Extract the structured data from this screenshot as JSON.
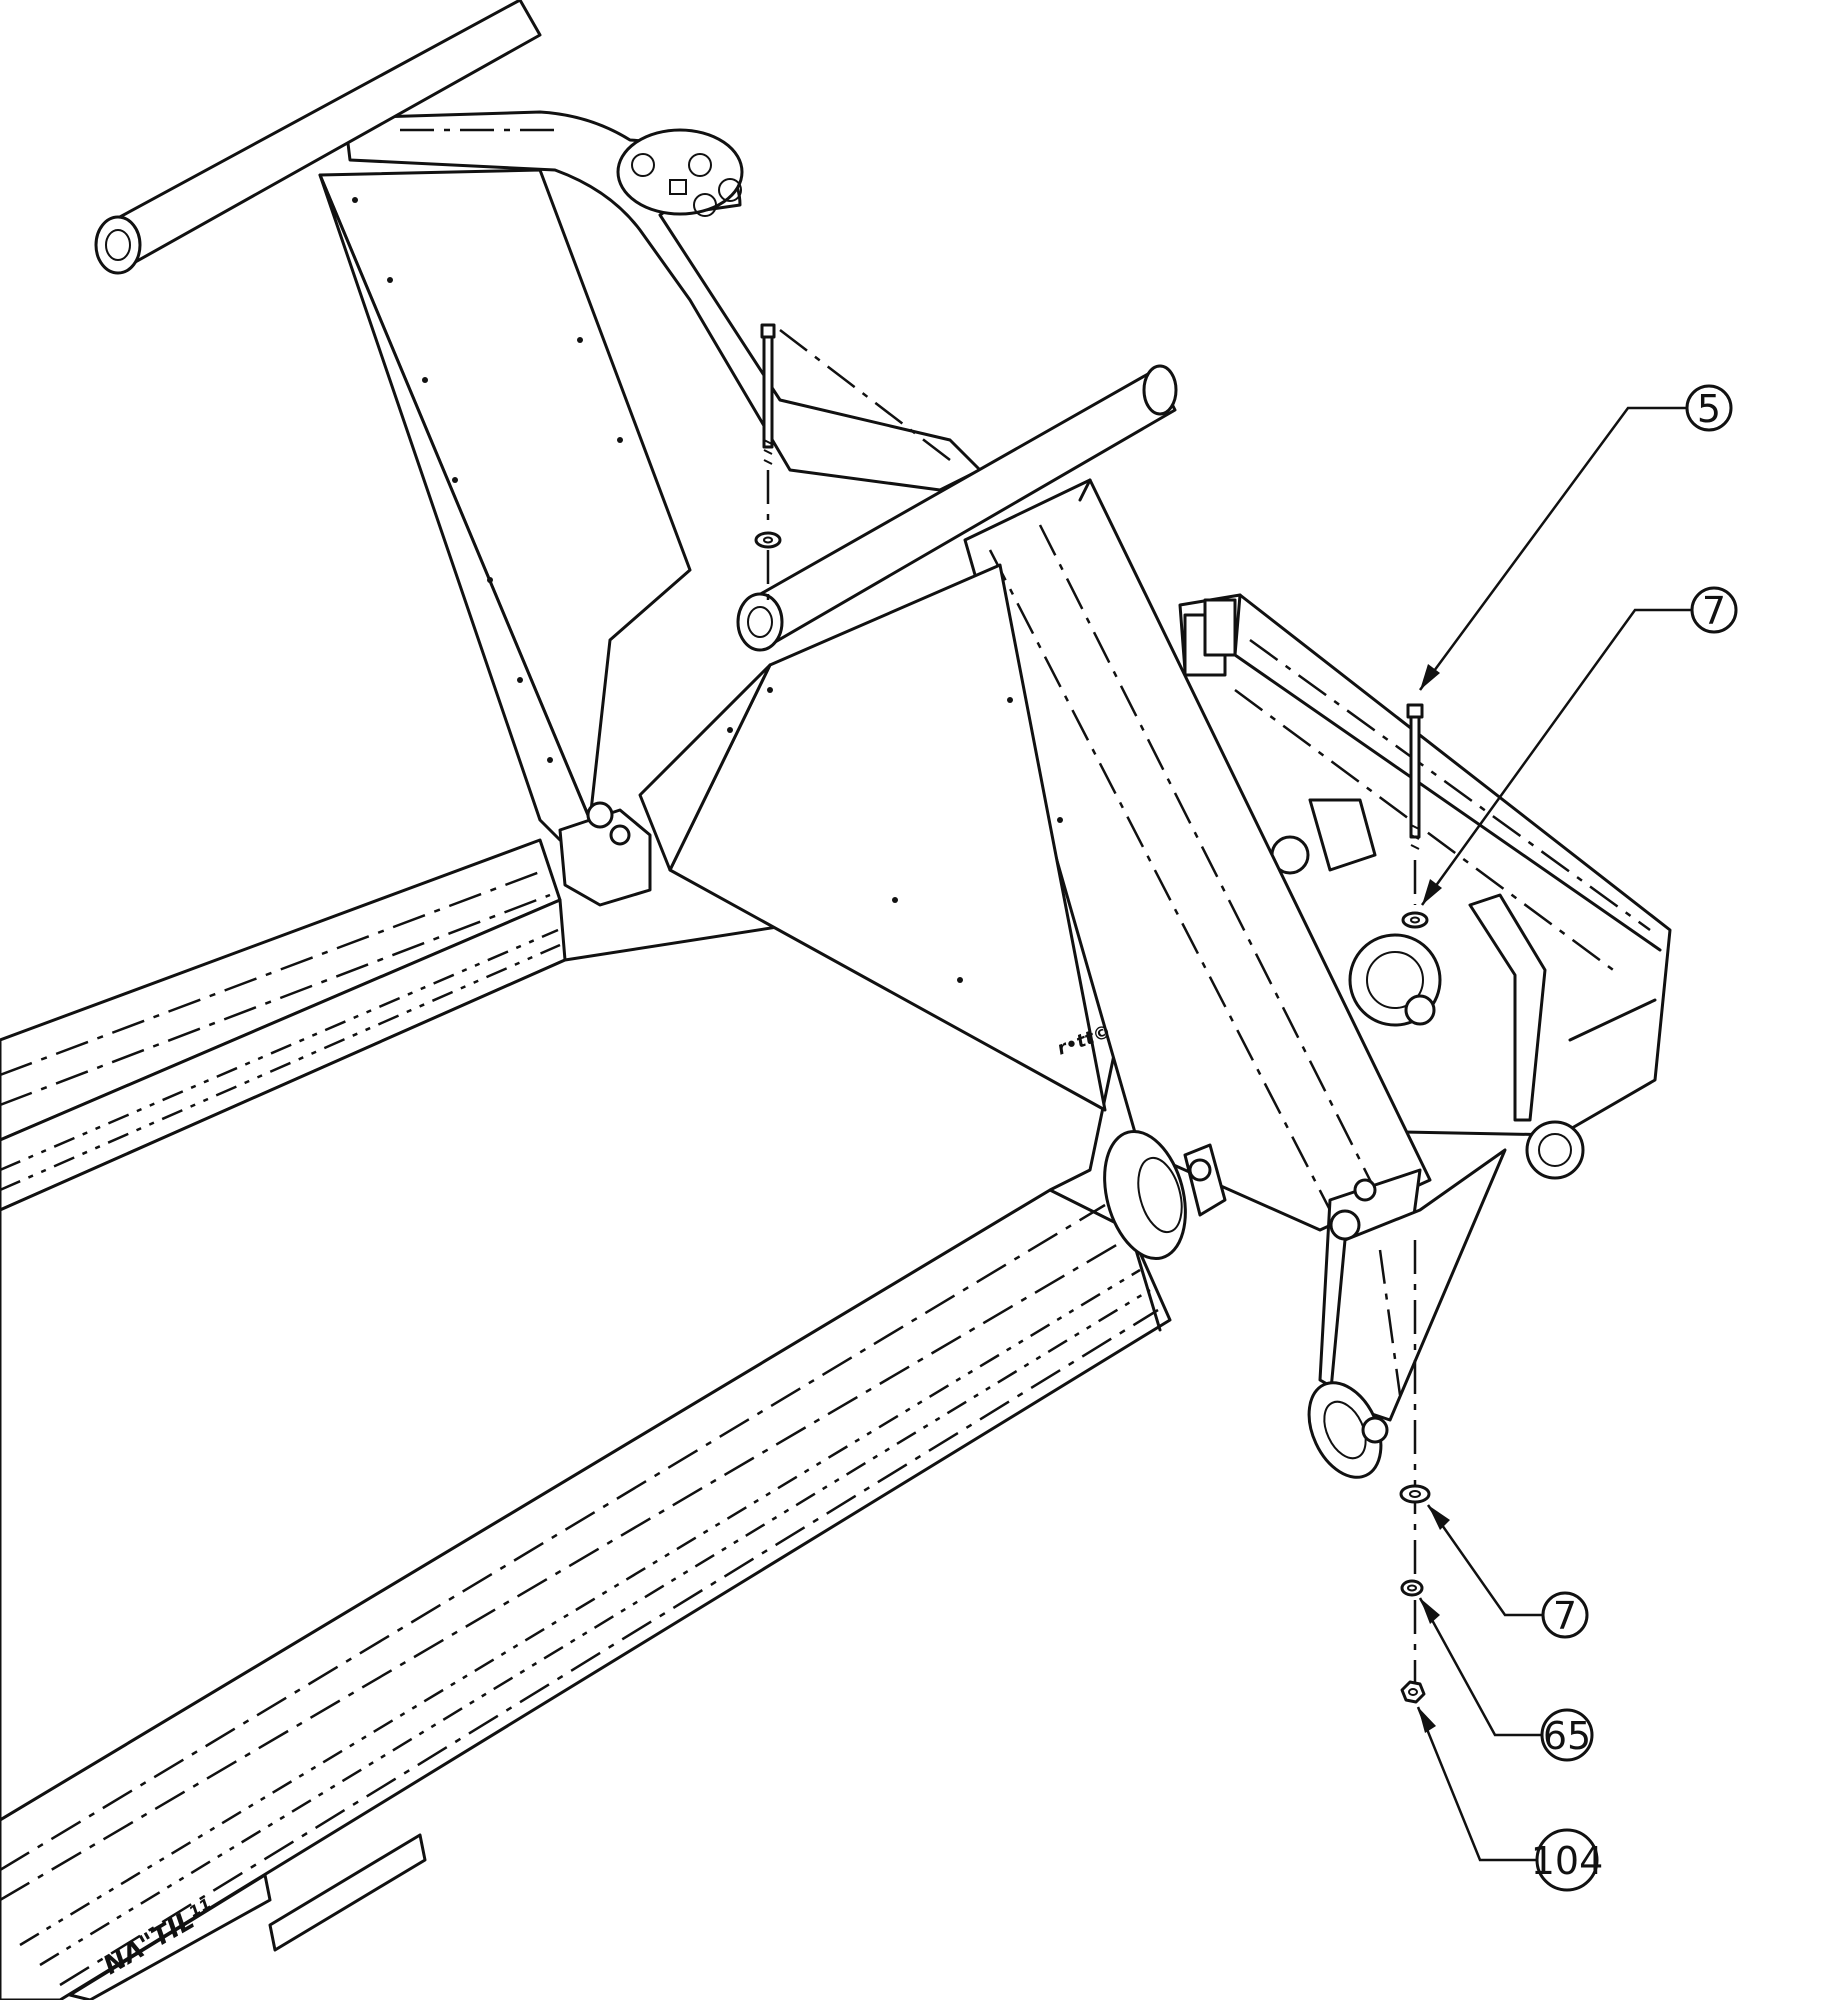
{
  "diagram": {
    "callouts": [
      {
        "id": "c5",
        "label": "5"
      },
      {
        "id": "c7a",
        "label": "7"
      },
      {
        "id": "c7b",
        "label": "7"
      },
      {
        "id": "c65",
        "label": "65"
      },
      {
        "id": "c104",
        "label": "104"
      }
    ],
    "decals": {
      "rail_brand": "NA\"TIL¹¹",
      "mast_decal": "r•tt©"
    }
  }
}
